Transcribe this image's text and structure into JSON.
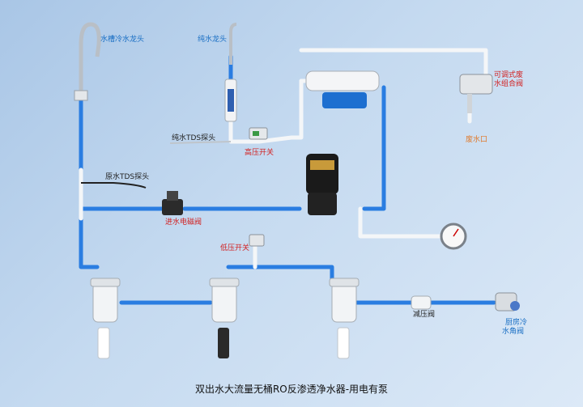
{
  "labels": {
    "kitchen_cold_faucet": "水槽冷水龙头",
    "pure_faucet": "纯水龙头",
    "pure_tds_probe": "纯水TDS探头",
    "high_pressure_switch": "高压开关",
    "raw_tds_probe": "原水TDS探头",
    "inlet_solenoid": "进水电磁阀",
    "low_pressure_switch": "低压开关",
    "waste_valve_line1": "可调式废",
    "waste_valve_line2": "水组合阀",
    "drain_outlet": "废水口",
    "pressure_reducer": "减压阀",
    "angle_valve_line1": "厨房冷",
    "angle_valve_line2": "水角阀"
  },
  "caption": "双出水大流量无桶RO反渗透净水器-用电有泵",
  "colors": {
    "blue_tube": "#2a7de1",
    "white_tube": "#f4f6f8",
    "label_blue": "#1a6fc4",
    "label_red": "#d21f1f",
    "label_orange": "#e07a2c"
  }
}
